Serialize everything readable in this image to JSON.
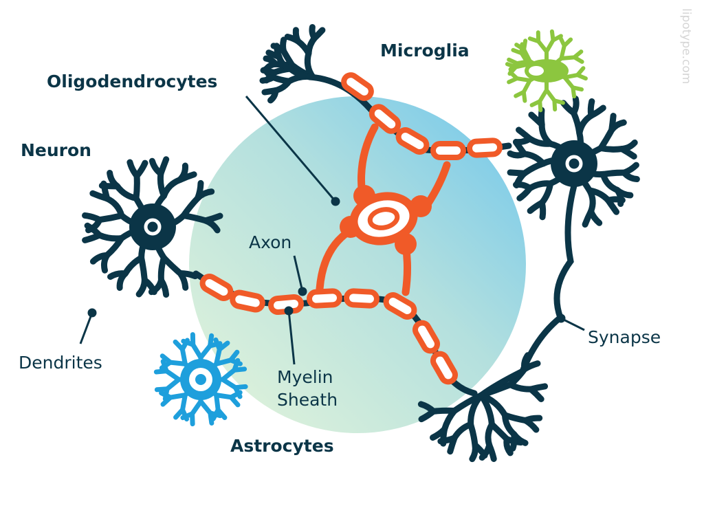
{
  "watermark": "lipotype.com",
  "labels": {
    "oligodendrocytes": "Oligodendrocytes",
    "microglia": "Microglia",
    "neuron": "Neuron",
    "axon": "Axon",
    "dendrites": "Dendrites",
    "myelin_line1": "Myelin",
    "myelin_line2": "Sheath",
    "astrocytes": "Astrocytes",
    "synapse": "Synapse"
  },
  "colors": {
    "neuron": "#0b3547",
    "oligodendrocyte": "#f05a28",
    "astrocyte": "#1e9fdc",
    "microglia": "#8cc63f",
    "circle_start": "#e3f3d9",
    "circle_end": "#7ccbea"
  }
}
